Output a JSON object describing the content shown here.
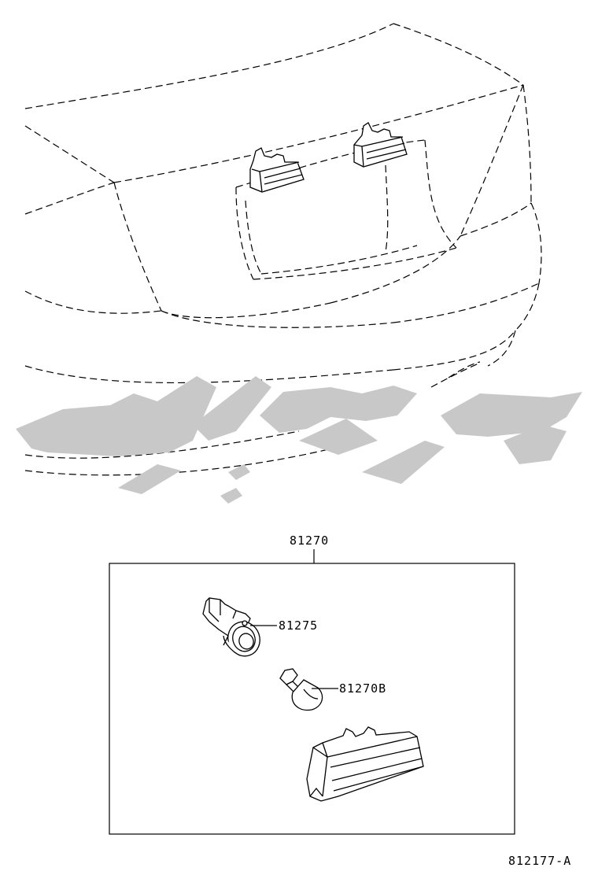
{
  "diagram": {
    "assembly_part_number": "81270",
    "parts": [
      {
        "number": "81275",
        "icon": "bulb-socket-icon"
      },
      {
        "number": "81270B",
        "icon": "wedge-bulb-icon"
      },
      {
        "number": "",
        "icon": "license-plate-lamp-housing-icon"
      }
    ],
    "illustration_code": "812177-A",
    "vehicle_view": "car-rear-icon",
    "watermark": {
      "text": "تکی پاکی",
      "color": "#c8c8c8"
    },
    "line_color": "#000000"
  }
}
